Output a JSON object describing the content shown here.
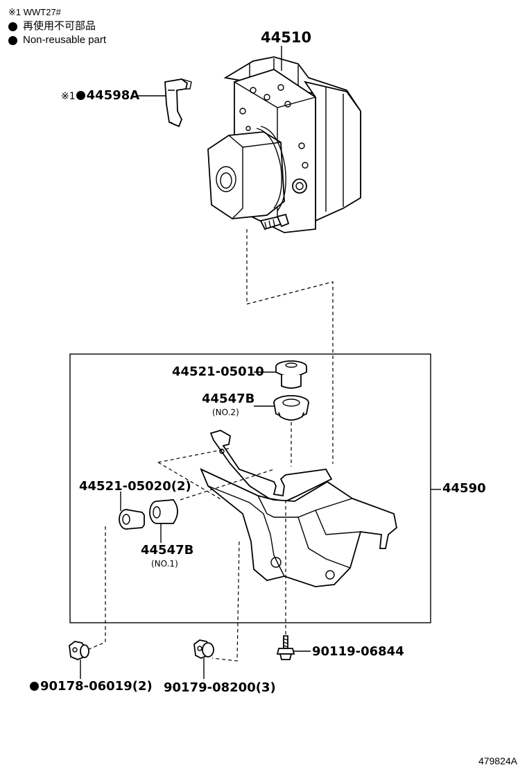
{
  "notes": {
    "line1": "※1 WWT27#",
    "line2": "再使用不可部品",
    "line3": "Non-reusable part"
  },
  "parts": {
    "actuator": "44510",
    "bracket_clip_mark": "※1",
    "bracket_clip": "44598A",
    "bolt_top": "44521-05010",
    "cushion_top": "44547B",
    "cushion_top_sub": "(NO.2)",
    "bolt_side": "44521-05020(2)",
    "cushion_side": "44547B",
    "cushion_side_sub": "(NO.1)",
    "bracket": "44590",
    "bolt_bottom": "90119-06844",
    "nut_left": "90178-06019(2)",
    "nut_mid": "90179-08200(3)"
  },
  "figure_number": "479824A"
}
